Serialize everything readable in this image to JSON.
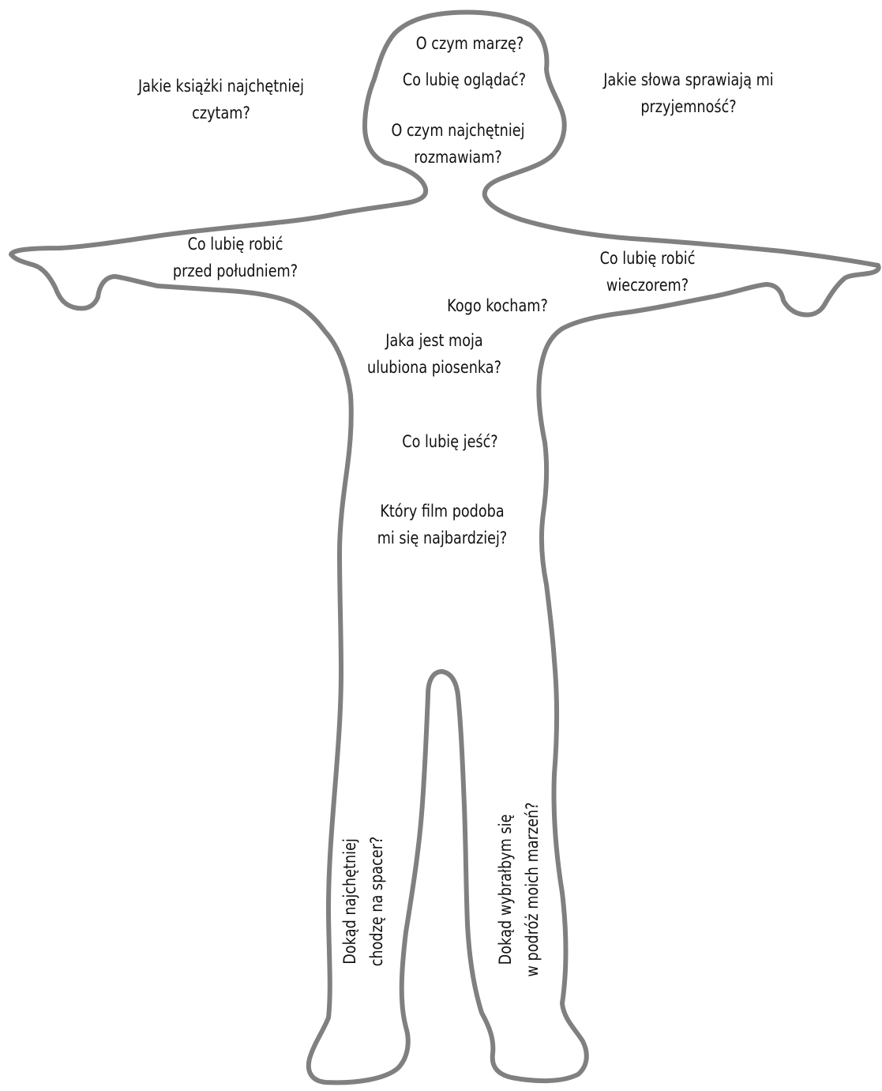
{
  "figure": {
    "outline_color": "#808080",
    "fill_color": "#ffffff"
  },
  "labels": {
    "dream": "O czym marzę?",
    "watch": "Co lubię oglądać?",
    "talk_line1": "O czym najchętniej",
    "talk_line2": "rozmawiam?",
    "books_line1": "Jakie książki najchętniej",
    "books_line2": "czytam?",
    "words_line1": "Jakie słowa sprawiają mi",
    "words_line2": "przyjemność?",
    "morning_line1": "Co lubię robić",
    "morning_line2": "przed południem?",
    "evening_line1": "Co lubię robić",
    "evening_line2": "wieczorem?",
    "love": "Kogo kocham?",
    "song_line1": "Jaka jest moja",
    "song_line2": "ulubiona piosenka?",
    "eat": "Co lubię jeść?",
    "film_line1": "Który film podoba",
    "film_line2": "mi się najbardziej?",
    "walk_line1": "Dokąd najchętniej",
    "walk_line2": "chodzę na spacer?",
    "travel_line1": "Dokąd wybrałbym się",
    "travel_line2": "w podróż moich marzeń?"
  }
}
